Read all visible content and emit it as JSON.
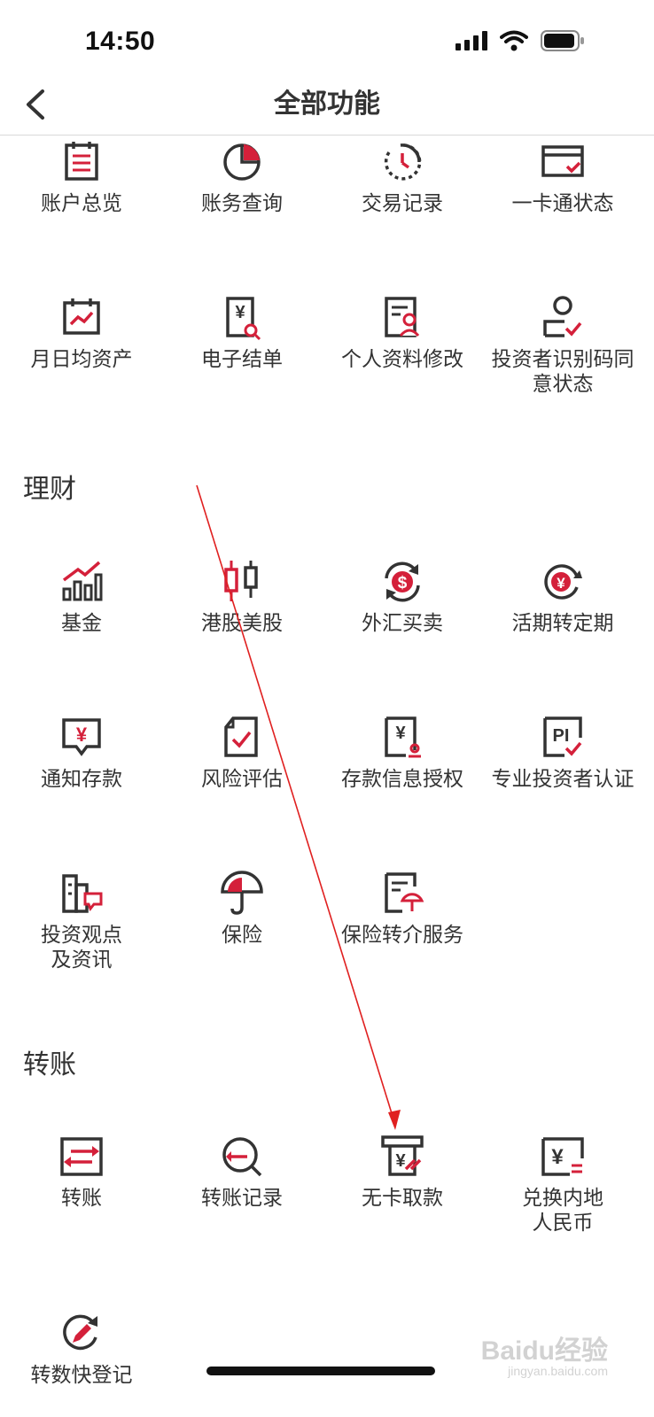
{
  "status": {
    "time": "14:50"
  },
  "header": {
    "title": "全部功能"
  },
  "accounts": {
    "items": [
      {
        "label": "账户总览",
        "icon": "clipboard-list-icon"
      },
      {
        "label": "账务查询",
        "icon": "pie-chart-icon"
      },
      {
        "label": "交易记录",
        "icon": "clock-history-icon"
      },
      {
        "label": "一卡通状态",
        "icon": "card-check-icon"
      },
      {
        "label": "月日均资产",
        "icon": "calendar-chart-icon"
      },
      {
        "label": "电子结单",
        "icon": "yen-document-search-icon"
      },
      {
        "label": "个人资料修改",
        "icon": "profile-document-icon"
      },
      {
        "label": "投资者识别码同\n意状态",
        "icon": "user-check-icon"
      }
    ]
  },
  "wealth": {
    "title": "理财",
    "items": [
      {
        "label": "基金",
        "icon": "bar-trend-icon"
      },
      {
        "label": "港股美股",
        "icon": "candlestick-icon"
      },
      {
        "label": "外汇买卖",
        "icon": "dollar-exchange-icon"
      },
      {
        "label": "活期转定期",
        "icon": "yen-cycle-icon"
      },
      {
        "label": "通知存款",
        "icon": "yen-message-icon"
      },
      {
        "label": "风险评估",
        "icon": "document-check-icon"
      },
      {
        "label": "存款信息授权",
        "icon": "yen-authorize-icon"
      },
      {
        "label": "专业投资者认证",
        "icon": "pi-check-icon"
      },
      {
        "label": "投资观点\n及资讯",
        "icon": "building-message-icon"
      },
      {
        "label": "保险",
        "icon": "umbrella-icon"
      },
      {
        "label": "保险转介服务",
        "icon": "document-umbrella-icon"
      }
    ]
  },
  "transfer": {
    "title": "转账",
    "items": [
      {
        "label": "转账",
        "icon": "transfer-arrows-icon"
      },
      {
        "label": "转账记录",
        "icon": "transfer-search-icon"
      },
      {
        "label": "无卡取款",
        "icon": "atm-withdraw-icon"
      },
      {
        "label": "兑换内地\n人民币",
        "icon": "yen-exchange-icon"
      },
      {
        "label": "转数快登记",
        "icon": "edit-cycle-icon"
      }
    ]
  },
  "watermark": {
    "text": "Baidu经验",
    "sub": "jingyan.baidu.com"
  },
  "colors": {
    "accent": "#d4203a",
    "icon_dark": "#333333",
    "annotation": "#e02020"
  }
}
